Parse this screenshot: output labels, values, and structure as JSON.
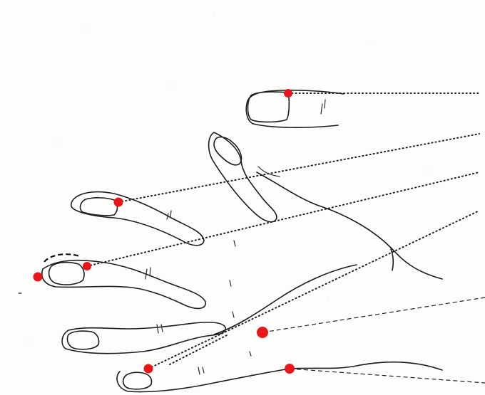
{
  "figure": {
    "subject": "hand-with-fingernail-markers",
    "colors": {
      "background": "#fdfdfb",
      "ink": "#1c1c1c",
      "marker": "#e8161b"
    },
    "markers": [
      {
        "name": "thumb-nail-marker"
      },
      {
        "name": "index-nail-marker"
      },
      {
        "name": "middle-nail-tip-marker"
      },
      {
        "name": "middle-nail-side-marker"
      },
      {
        "name": "ring-nail-marker"
      },
      {
        "name": "palm-marker"
      },
      {
        "name": "wrist-marker"
      }
    ],
    "guide_lines": {
      "dotted_count": 5,
      "dashed_count": 2
    }
  }
}
